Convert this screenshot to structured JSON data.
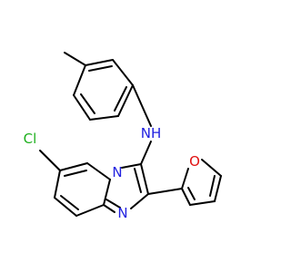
{
  "molecule": {
    "atoms": {
      "cl": "Cl",
      "nh": "NH",
      "n_bridge": "N",
      "n_imine": "N",
      "o_furan": "O"
    },
    "colors": {
      "bond": "#000000",
      "chlorine": "#1fb01f",
      "nitrogen": "#1f1fe0",
      "oxygen": "#e01010"
    }
  }
}
